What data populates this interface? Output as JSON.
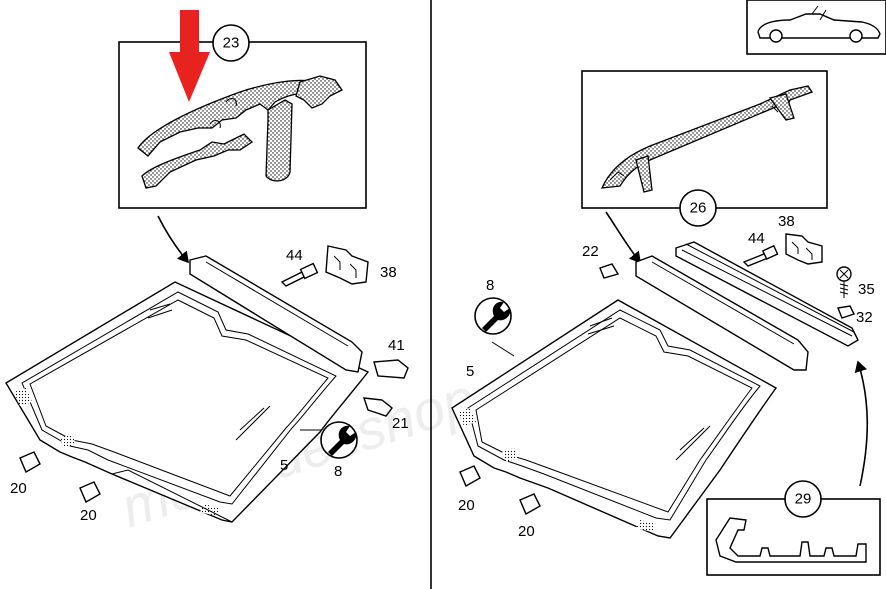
{
  "watermark": "mercedesshop.com",
  "accent_color": "#e8231f",
  "left_panel": {
    "detail_callout": "23",
    "labels": {
      "p44": "44",
      "p38": "38",
      "p41": "41",
      "p21": "21",
      "p5": "5",
      "p8": "8",
      "p20a": "20",
      "p20b": "20"
    }
  },
  "right_panel": {
    "detail_callout_top": "26",
    "detail_callout_bottom": "29",
    "labels": {
      "p22": "22",
      "p44": "44",
      "p38": "38",
      "p8": "8",
      "p5": "5",
      "p35": "35",
      "p32": "32",
      "p20a": "20",
      "p20b": "20"
    }
  },
  "icons": {
    "pointer": "red-down-arrow-icon",
    "tool": "wrench-icon",
    "vehicle": "convertible-car-icon"
  }
}
